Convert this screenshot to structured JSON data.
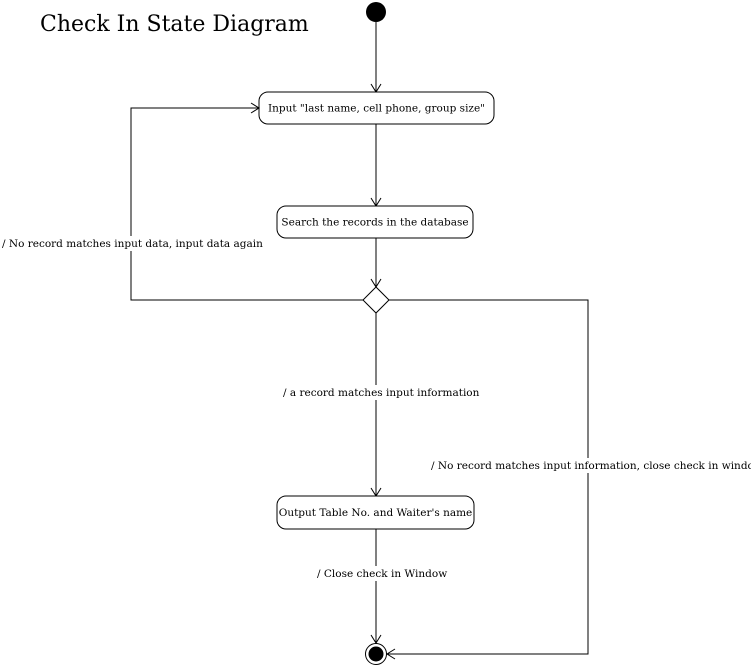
{
  "diagram": {
    "title": "Check In State Diagram",
    "states": {
      "input": "Input \"last name, cell phone, group size\"",
      "search": "Search the records in the database",
      "output": "Output Table No. and Waiter's name"
    },
    "transitions": {
      "no_match_retry": "/ No record matches input data, input data again",
      "match": "/ a record matches input information",
      "no_match_close": "/ No record matches input information, close check in window",
      "close": "/ Close check in Window"
    }
  },
  "colors": {
    "line": "#000000",
    "background": "#ffffff"
  }
}
